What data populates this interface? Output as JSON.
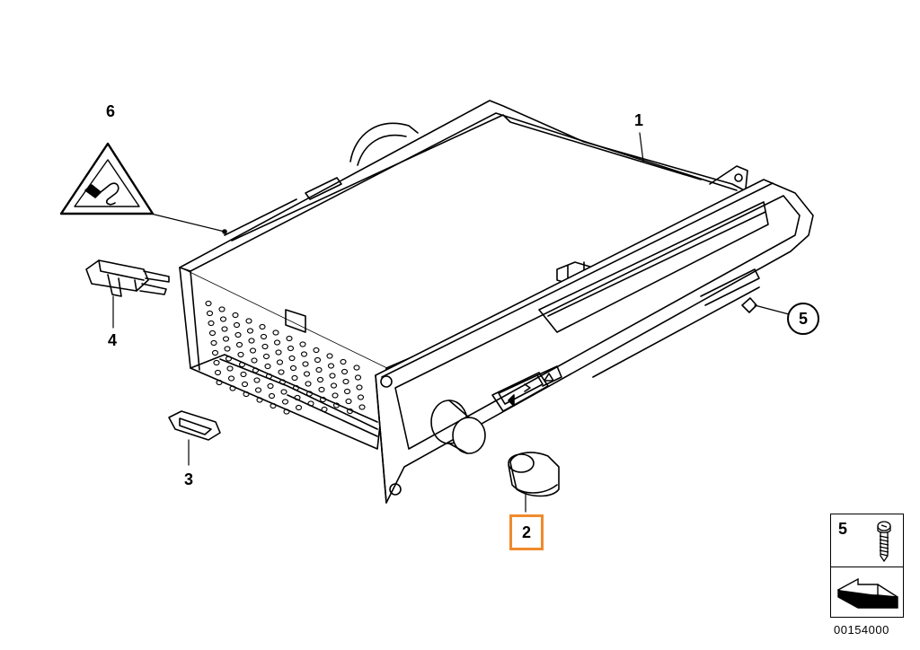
{
  "callouts": [
    {
      "id": "1",
      "label": "1"
    },
    {
      "id": "2",
      "label": "2"
    },
    {
      "id": "3",
      "label": "3"
    },
    {
      "id": "4",
      "label": "4"
    },
    {
      "id": "5",
      "label": "5"
    },
    {
      "id": "6",
      "label": "6"
    }
  ],
  "legend": {
    "screw_label": "5",
    "diagram_code": "00154000"
  },
  "colors": {
    "line": "#000000",
    "highlight": "#f08a2c",
    "background": "#ffffff"
  },
  "icons": [
    "warning-triangle-icon",
    "screw-icon",
    "direction-arrow-icon"
  ]
}
